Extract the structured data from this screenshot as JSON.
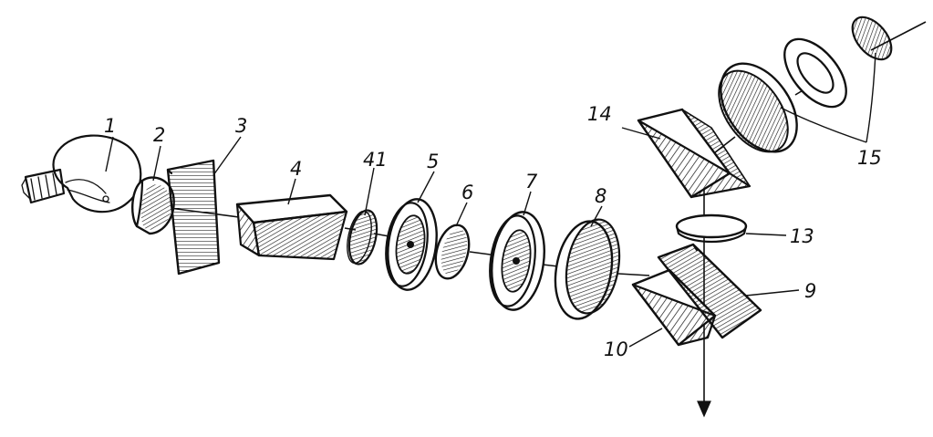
{
  "labels": {
    "l1": "1",
    "l2": "2",
    "l3": "3",
    "l4": "4",
    "l41": "41",
    "l5": "5",
    "l6": "6",
    "l7": "7",
    "l8": "8",
    "l9": "9",
    "l10": "10",
    "l13": "13",
    "l14": "14",
    "l15": "15"
  }
}
